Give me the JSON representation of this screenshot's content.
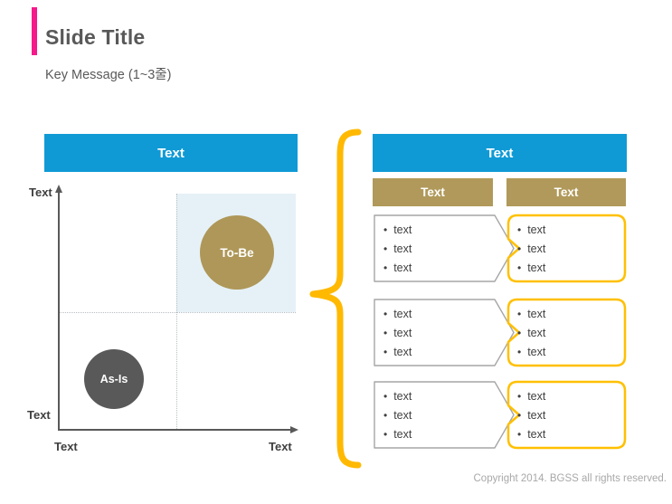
{
  "slide": {
    "title": "Slide Title",
    "subtitle": "Key Message (1~3줄)",
    "copyright": "Copyright 2014. BGSS all rights reserved."
  },
  "colors": {
    "accent_pink": "#F5198C",
    "primary_blue": "#0F9AD6",
    "gold": "#B0995A",
    "bubble_gold": "#AE9758",
    "dark_gray": "#595959",
    "brace_orange": "#FFB900",
    "tag_border_orange": "#FFC000",
    "quadrant_fill": "#E6F1F7"
  },
  "left_panel": {
    "header": "Text",
    "chart": {
      "type": "quadrant",
      "y_axis_top_label": "Text",
      "y_axis_bottom_label": "Text",
      "x_axis_left_label": "Text",
      "x_axis_right_label": "Text",
      "bubbles": [
        {
          "label": "As-Is",
          "quadrant": "bottom-left",
          "color": "#595959"
        },
        {
          "label": "To-Be",
          "quadrant": "top-right",
          "color": "#AE9758"
        }
      ]
    }
  },
  "right_panel": {
    "header": "Text",
    "column_headers": [
      "Text",
      "Text"
    ],
    "rows": [
      {
        "left": [
          "text",
          "text",
          "text"
        ],
        "right": [
          "text",
          "text",
          "text"
        ]
      },
      {
        "left": [
          "text",
          "text",
          "text"
        ],
        "right": [
          "text",
          "text",
          "text"
        ]
      },
      {
        "left": [
          "text",
          "text",
          "text"
        ],
        "right": [
          "text",
          "text",
          "text"
        ]
      }
    ]
  }
}
